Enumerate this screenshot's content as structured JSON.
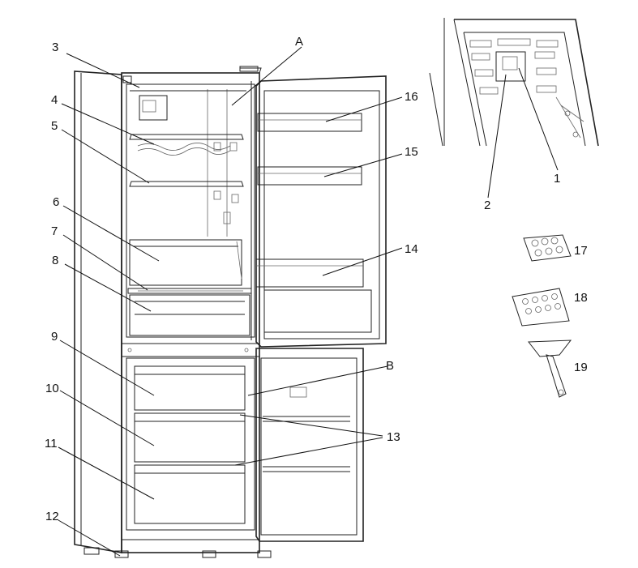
{
  "callouts": {
    "c1": "1",
    "c2": "2",
    "c3": "3",
    "c4": "4",
    "c5": "5",
    "c6": "6",
    "c7": "7",
    "c8": "8",
    "c9": "9",
    "c10": "10",
    "c11": "11",
    "c12": "12",
    "c13": "13",
    "c14": "14",
    "c15": "15",
    "c16": "16",
    "c17": "17",
    "c18": "18",
    "c19": "19",
    "cA": "A",
    "cB": "B"
  }
}
